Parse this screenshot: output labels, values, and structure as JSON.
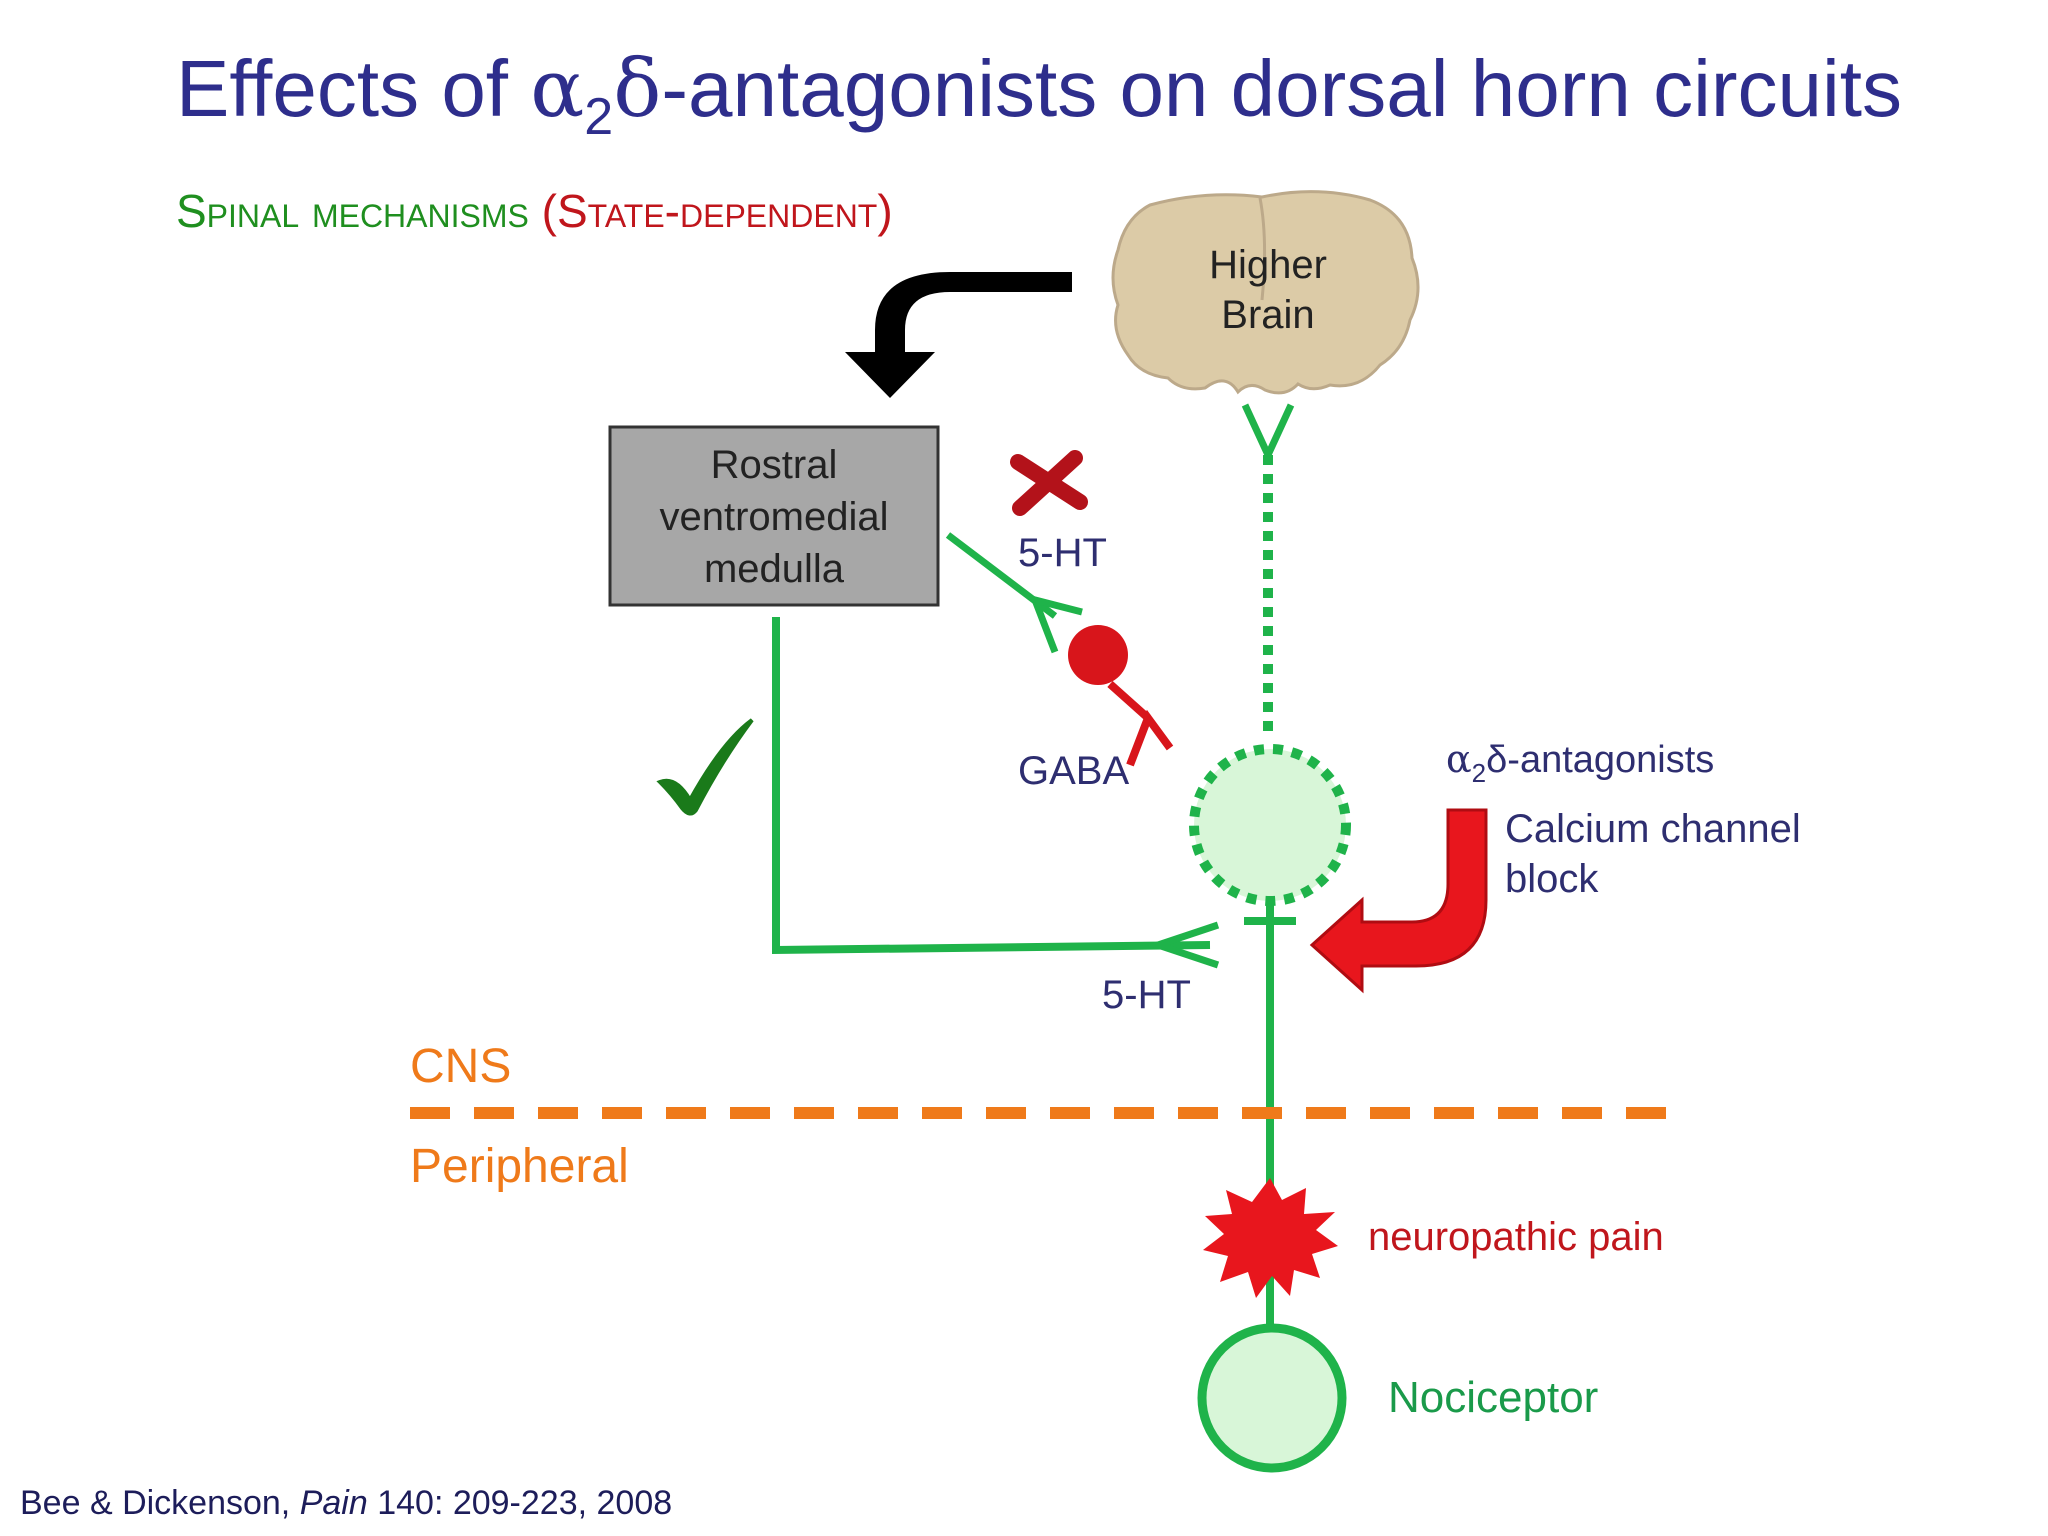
{
  "title": {
    "pre": "Effects of ",
    "alpha": "α",
    "sub": "2",
    "delta": "δ",
    "post": "-antagonists on dorsal horn circuits"
  },
  "subtitle": {
    "green_text": "Spinal mechanisms",
    "red_text": "(State-dependent)"
  },
  "diagram": {
    "brain_label_1": "Higher",
    "brain_label_2": "Brain",
    "rvm_label_1": "Rostral",
    "rvm_label_2": "ventromedial",
    "rvm_label_3": "medulla",
    "ht_top": "5-HT",
    "gaba": "GABA",
    "antag_alpha": "α",
    "antag_sub": "2",
    "antag_rest": "δ-antagonists",
    "calcium_1": "Calcium channel",
    "calcium_2": "block",
    "ht_bottom": "5-HT",
    "cns": "CNS",
    "peripheral": "Peripheral",
    "pain": "neuropathic pain",
    "nociceptor": "Nociceptor"
  },
  "citation": {
    "authors": "Bee & Dickenson, ",
    "journal": "Pain",
    "ref": " 140: 209-223, 2008"
  },
  "colors": {
    "title": "#2e2e8c",
    "green_line": "#1fb34a",
    "red": "#d8151b",
    "orange": "#ef7a1a",
    "brain": "#dccba7",
    "rvm_box": "#a7a7a7"
  }
}
